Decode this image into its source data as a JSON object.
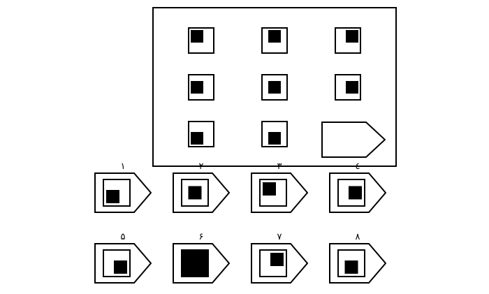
{
  "colors": {
    "ink": "#000000",
    "paper": "#ffffff"
  },
  "puzzle": {
    "grid": {
      "rows": 3,
      "cols": 3,
      "cells": [
        {
          "type": "square",
          "black_pos": "top-left"
        },
        {
          "type": "square",
          "black_pos": "top-center"
        },
        {
          "type": "square",
          "black_pos": "top-right"
        },
        {
          "type": "square",
          "black_pos": "middle-left"
        },
        {
          "type": "square",
          "black_pos": "center"
        },
        {
          "type": "square",
          "black_pos": "middle-right"
        },
        {
          "type": "square",
          "black_pos": "bottom-left"
        },
        {
          "type": "square",
          "black_pos": "bottom-center"
        },
        {
          "type": "placeholder-arrow",
          "black_pos": ""
        }
      ]
    },
    "options": [
      {
        "label": "١",
        "black_pos": "bottom-left"
      },
      {
        "label": "٢",
        "black_pos": "center"
      },
      {
        "label": "٣",
        "black_pos": "top-left"
      },
      {
        "label": "٤",
        "black_pos": "middle-right"
      },
      {
        "label": "۵",
        "black_pos": "bottom-right"
      },
      {
        "label": "۶",
        "black_pos": "full"
      },
      {
        "label": "٧",
        "black_pos": "top-right"
      },
      {
        "label": "٨",
        "black_pos": "bottom-center"
      }
    ]
  }
}
